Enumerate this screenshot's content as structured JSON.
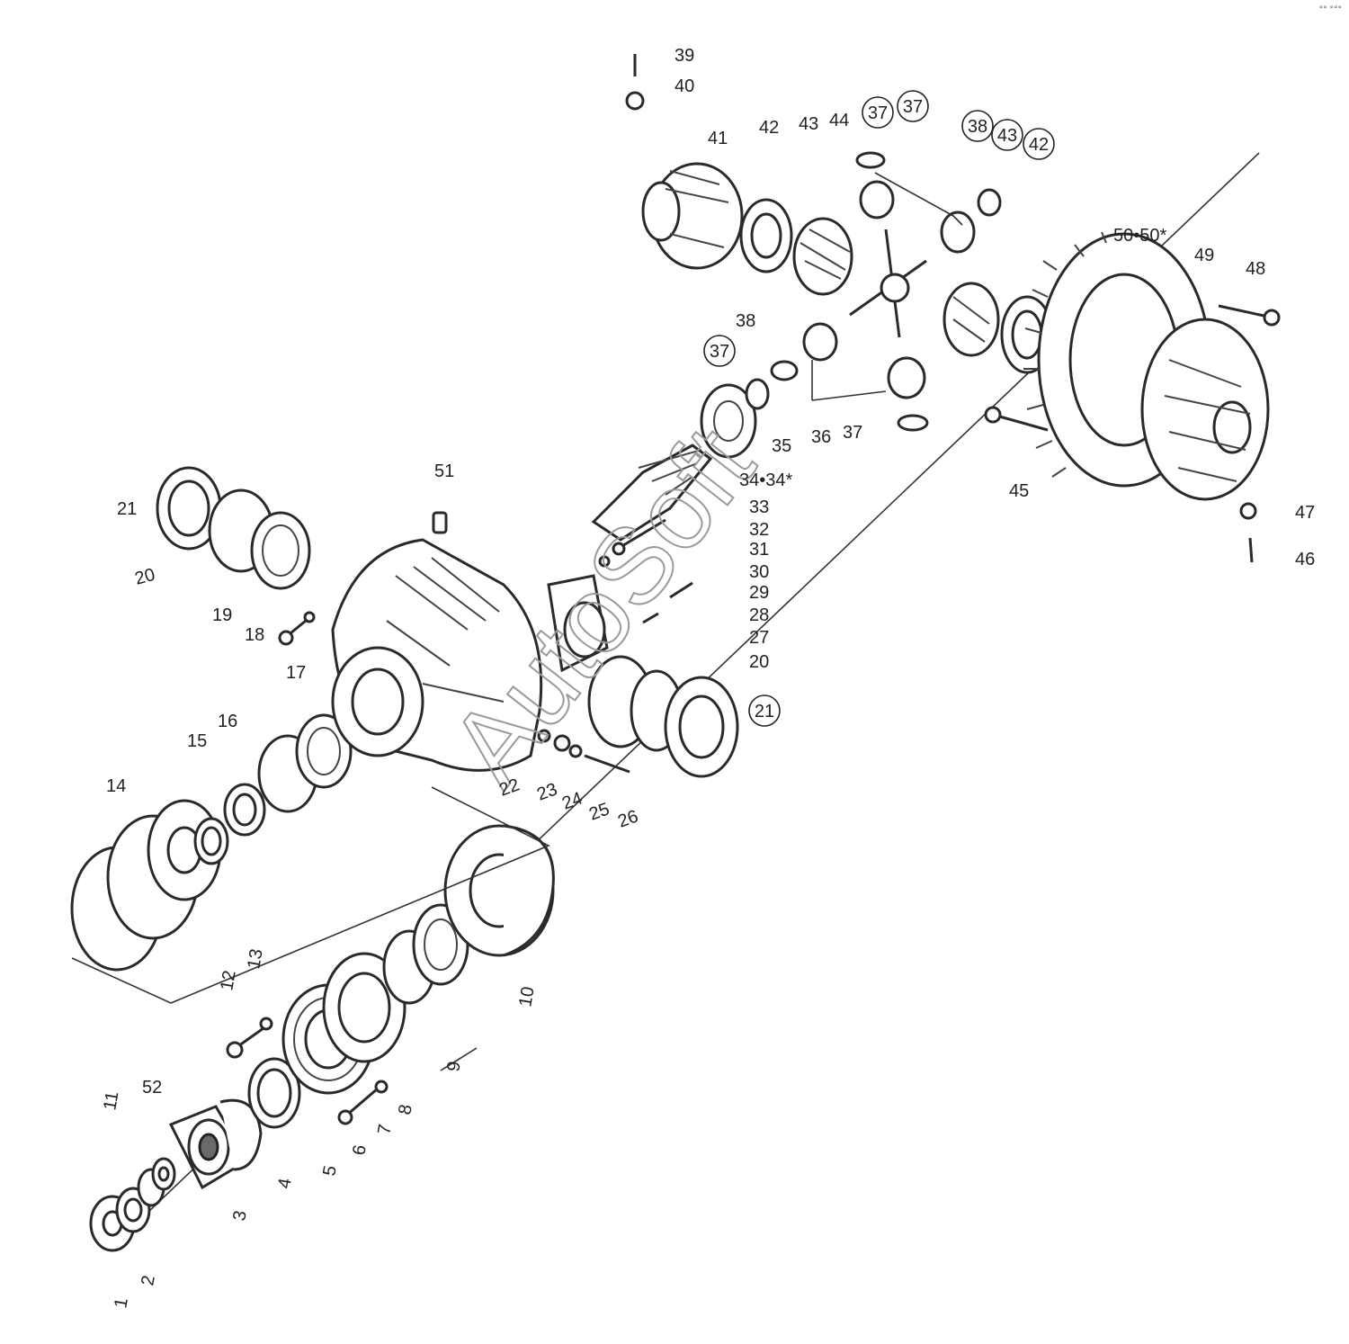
{
  "corner_mark": "°° °°°",
  "watermark": "AutoSoft",
  "labels": [
    {
      "text": "1",
      "rot": -80
    },
    {
      "text": "2",
      "rot": -80
    },
    {
      "text": "3",
      "rot": -80
    },
    {
      "text": "4",
      "rot": -80
    },
    {
      "text": "5",
      "rot": -80
    },
    {
      "text": "6",
      "rot": -80
    },
    {
      "text": "7",
      "rot": -80
    },
    {
      "text": "8",
      "rot": -80
    },
    {
      "text": "9",
      "rot": -80
    },
    {
      "text": "10",
      "rot": -80
    },
    {
      "text": "11",
      "rot": -80
    },
    {
      "text": "52",
      "rot": 0
    },
    {
      "text": "12",
      "rot": -80
    },
    {
      "text": "13",
      "rot": -80
    },
    {
      "text": "14",
      "rot": 0
    },
    {
      "text": "15",
      "rot": 0
    },
    {
      "text": "16",
      "rot": 0
    },
    {
      "text": "17",
      "rot": 0
    },
    {
      "text": "18",
      "rot": 0
    },
    {
      "text": "19",
      "rot": 0
    },
    {
      "text": "20",
      "rot": -15
    },
    {
      "text": "21",
      "rot": 0
    },
    {
      "text": "22",
      "rot": -20
    },
    {
      "text": "23",
      "rot": -20
    },
    {
      "text": "24",
      "rot": -20
    },
    {
      "text": "25",
      "rot": -20
    },
    {
      "text": "26",
      "rot": -20
    },
    {
      "text": "51",
      "rot": 0
    },
    {
      "text": "33",
      "rot": 0
    },
    {
      "text": "32",
      "rot": 0
    },
    {
      "text": "31",
      "rot": 0
    },
    {
      "text": "30",
      "rot": 0
    },
    {
      "text": "29",
      "rot": 0
    },
    {
      "text": "28",
      "rot": 0
    },
    {
      "text": "27",
      "rot": 0
    },
    {
      "text": "20",
      "rot": 0
    },
    {
      "text": "34•34*",
      "rot": 0
    },
    {
      "text": "35",
      "rot": 0
    },
    {
      "text": "36",
      "rot": 0
    },
    {
      "text": "37",
      "rot": 0
    },
    {
      "text": "38",
      "rot": 0
    },
    {
      "text": "39",
      "rot": 0
    },
    {
      "text": "40",
      "rot": 0
    },
    {
      "text": "41",
      "rot": 0
    },
    {
      "text": "42",
      "rot": 0
    },
    {
      "text": "43",
      "rot": 0
    },
    {
      "text": "44",
      "rot": 0
    },
    {
      "text": "45",
      "rot": 0
    },
    {
      "text": "46",
      "rot": 0
    },
    {
      "text": "47",
      "rot": 0
    },
    {
      "text": "48",
      "rot": 0
    },
    {
      "text": "49",
      "rot": 0
    },
    {
      "text": "50•50*",
      "rot": 0
    }
  ],
  "circled_labels": [
    {
      "text": "21"
    },
    {
      "text": "37"
    },
    {
      "text": "37"
    },
    {
      "text": "38"
    },
    {
      "text": "37"
    },
    {
      "text": "43"
    },
    {
      "text": "42"
    }
  ]
}
